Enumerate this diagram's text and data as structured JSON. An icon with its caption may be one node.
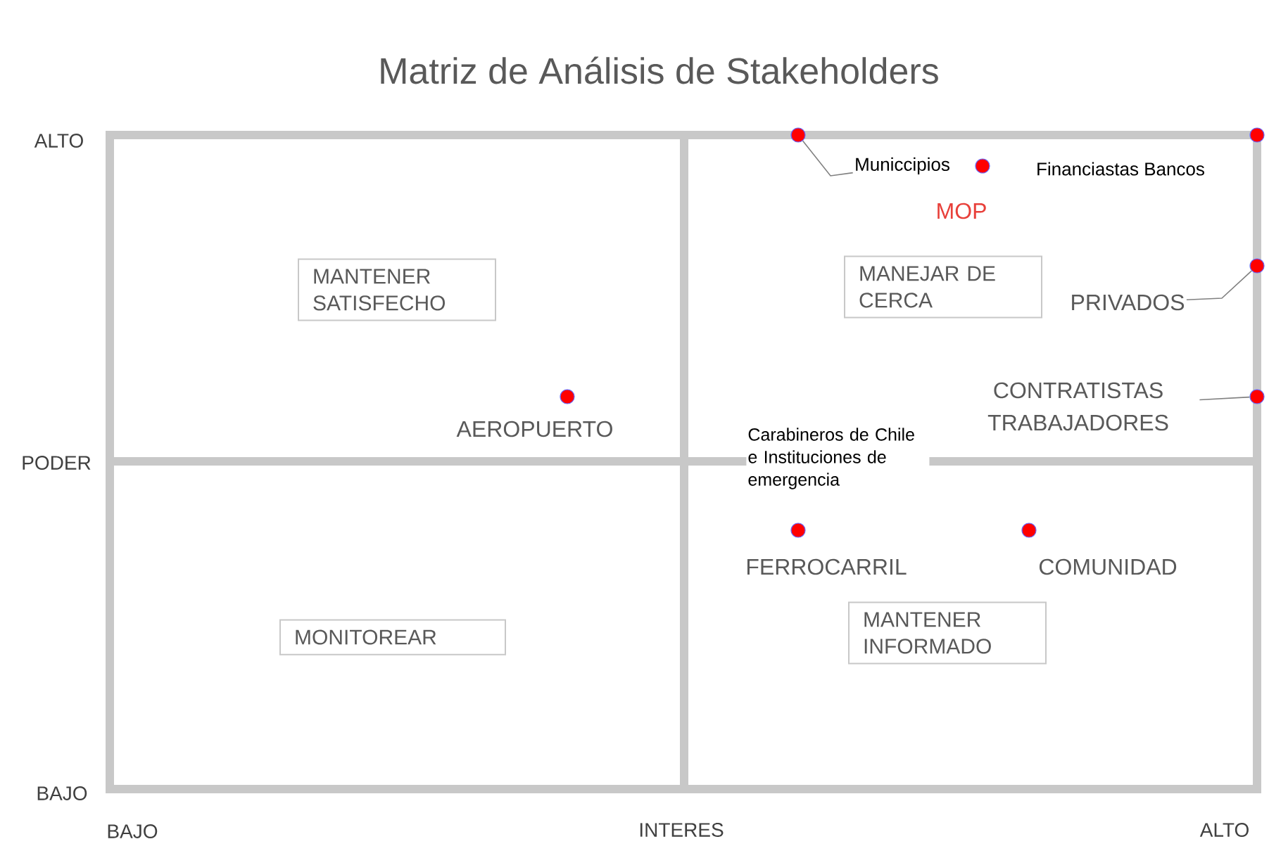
{
  "diagram": {
    "title": "Matriz de Análisis de Stakeholders",
    "nodes": [
      {
        "text": [
          "MANTENER SATISFECHO"
        ]
      },
      {
        "text": [
          "MANEJAR DE CERCA"
        ]
      },
      {
        "text": [
          "MONITOREAR"
        ]
      },
      {
        "text": [
          "MANTENER INFORMADO"
        ]
      },
      {
        "text": [
          "Municcipios"
        ]
      },
      {
        "text": [
          "PRIVADOS"
        ]
      },
      {
        "text": [
          "CONTRATISTAS TRABAJADORES"
        ]
      },
      {
        "text": [],
        "shape": "circle"
      },
      {
        "text": [],
        "shape": "circle"
      },
      {
        "text": [],
        "shape": "circle"
      },
      {
        "text": [],
        "shape": "circle"
      },
      {
        "text": [],
        "shape": "circle"
      },
      {
        "text": [],
        "shape": "circle"
      },
      {
        "text": [],
        "shape": "circle"
      },
      {
        "text": [],
        "shape": "circle"
      }
    ],
    "edges": [
      {
        "from": 4,
        "to": 7,
        "arrow": "none"
      },
      {
        "from": 5,
        "to": 9,
        "arrow": "none"
      },
      {
        "from": 6,
        "to": 10,
        "arrow": "none"
      }
    ],
    "labels": [
      "ALTO",
      "PODER",
      "BAJO",
      "BAJO",
      "INTERES",
      "ALTO",
      "Financiastas Bancos",
      "MOP",
      "AEROPUERTO",
      "Carabineros de Chile e Instituciones de emergencia",
      "FERROCARRIL",
      "COMUNIDAD"
    ]
  }
}
